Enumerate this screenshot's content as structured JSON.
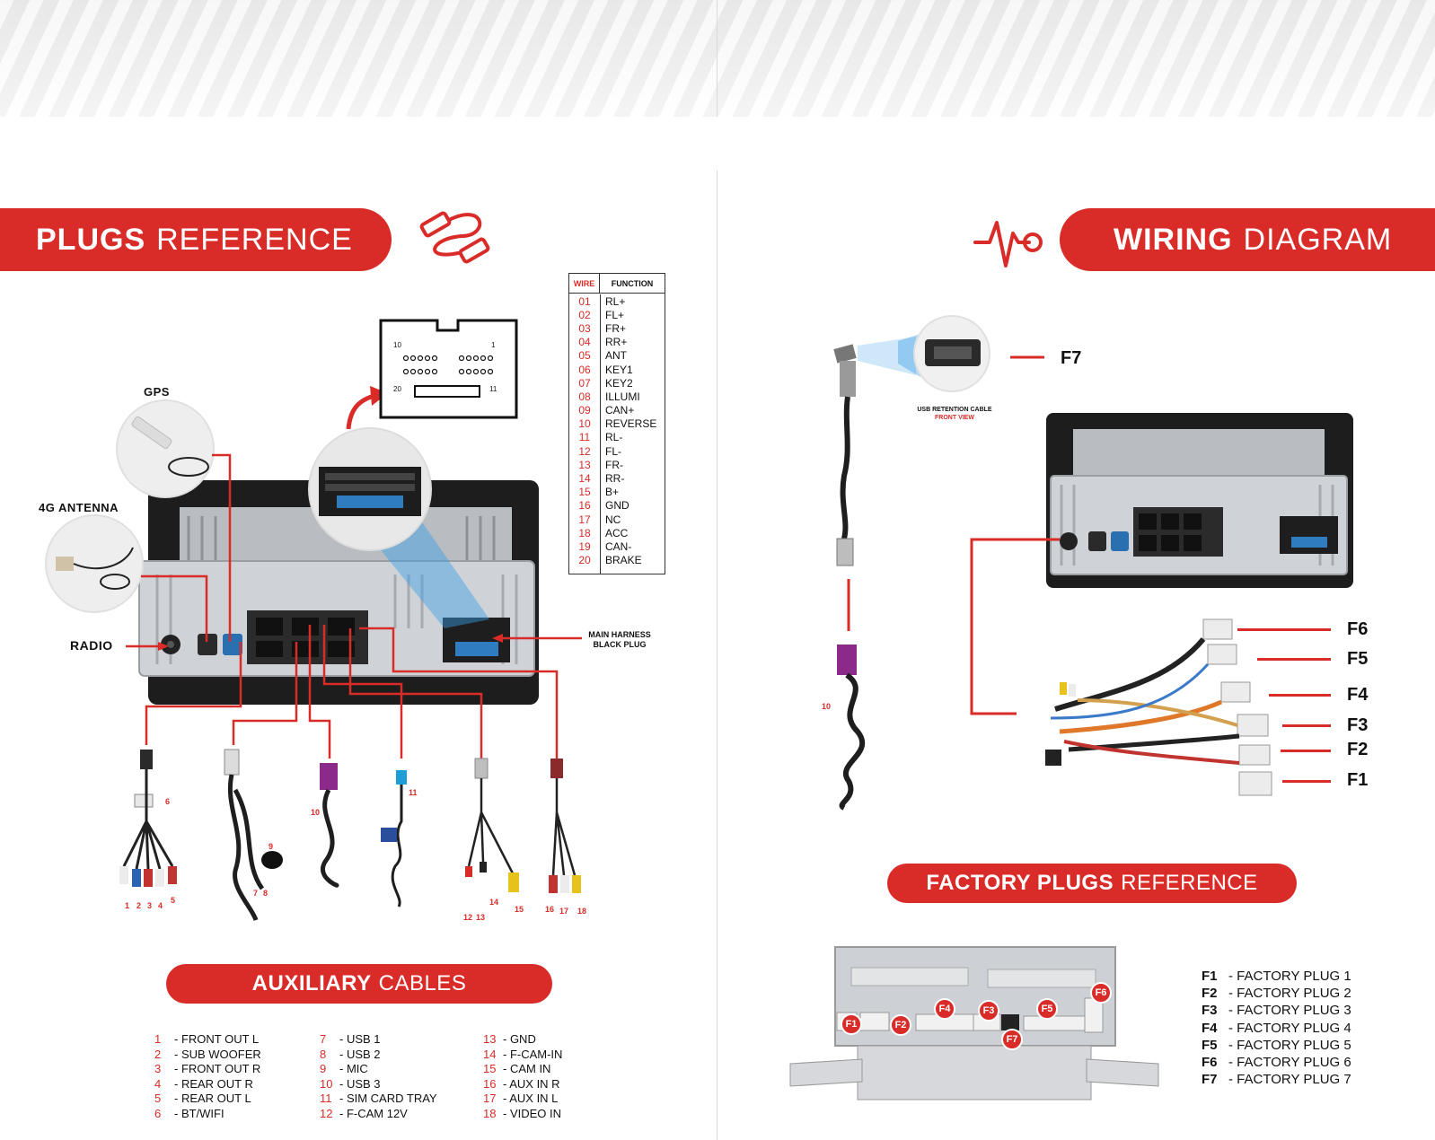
{
  "left_banner": {
    "bold": "PLUGS",
    "light": "REFERENCE"
  },
  "right_banner": {
    "bold": "WIRING",
    "light": "DIAGRAM"
  },
  "aux_banner": {
    "bold": "AUXILIARY",
    "light": "CABLES"
  },
  "factory_banner": {
    "bold": "FACTORY PLUGS",
    "light": "REFERENCE"
  },
  "labels": {
    "gps": "GPS",
    "antenna_4g": "4G ANTENNA",
    "radio": "RADIO",
    "main_harness_line1": "MAIN HARNESS",
    "main_harness_line2": "BLACK PLUG",
    "usb_retention_line1": "USB RETENTION CABLE",
    "usb_retention_line2": "FRONT VIEW"
  },
  "connector_pins": {
    "top_left": "10",
    "top_right": "1",
    "bottom_left": "20",
    "bottom_right": "11"
  },
  "wire_table": {
    "header_wire": "WIRE",
    "header_function": "FUNCTION",
    "rows": [
      {
        "wire": "01",
        "function": "RL+"
      },
      {
        "wire": "02",
        "function": "FL+"
      },
      {
        "wire": "03",
        "function": "FR+"
      },
      {
        "wire": "04",
        "function": "RR+"
      },
      {
        "wire": "05",
        "function": "ANT"
      },
      {
        "wire": "06",
        "function": "KEY1"
      },
      {
        "wire": "07",
        "function": "KEY2"
      },
      {
        "wire": "08",
        "function": "ILLUMI"
      },
      {
        "wire": "09",
        "function": "CAN+"
      },
      {
        "wire": "10",
        "function": "REVERSE"
      },
      {
        "wire": "11",
        "function": "RL-"
      },
      {
        "wire": "12",
        "function": "FL-"
      },
      {
        "wire": "13",
        "function": "FR-"
      },
      {
        "wire": "14",
        "function": "RR-"
      },
      {
        "wire": "15",
        "function": "B+"
      },
      {
        "wire": "16",
        "function": "GND"
      },
      {
        "wire": "17",
        "function": "NC"
      },
      {
        "wire": "18",
        "function": "ACC"
      },
      {
        "wire": "19",
        "function": "CAN-"
      },
      {
        "wire": "20",
        "function": "BRAKE"
      }
    ]
  },
  "cable_numbers": {
    "n1": "1",
    "n2": "2",
    "n3": "3",
    "n4": "4",
    "n5": "5",
    "n6": "6",
    "n7": "7",
    "n8": "8",
    "n9": "9",
    "n10": "10",
    "n11": "11",
    "n12": "12",
    "n13": "13",
    "n14": "14",
    "n15": "15",
    "n16": "16",
    "n17": "17",
    "n18": "18",
    "n10r": "10"
  },
  "aux_cables": {
    "col1": [
      {
        "n": "1",
        "label": "- FRONT OUT L"
      },
      {
        "n": "2",
        "label": "- SUB WOOFER"
      },
      {
        "n": "3",
        "label": "- FRONT OUT R"
      },
      {
        "n": "4",
        "label": "- REAR OUT R"
      },
      {
        "n": "5",
        "label": "- REAR OUT L"
      },
      {
        "n": "6",
        "label": "- BT/WIFI"
      }
    ],
    "col2": [
      {
        "n": "7",
        "label": "- USB 1"
      },
      {
        "n": "8",
        "label": "- USB 2"
      },
      {
        "n": "9",
        "label": "- MIC"
      },
      {
        "n": "10",
        "label": "- USB 3"
      },
      {
        "n": "11",
        "label": "- SIM CARD TRAY"
      },
      {
        "n": "12",
        "label": "- F-CAM 12V"
      }
    ],
    "col3": [
      {
        "n": "13",
        "label": "- GND"
      },
      {
        "n": "14",
        "label": "- F-CAM-IN"
      },
      {
        "n": "15",
        "label": "- CAM IN"
      },
      {
        "n": "16",
        "label": "- AUX IN R"
      },
      {
        "n": "17",
        "label": "- AUX IN L"
      },
      {
        "n": "18",
        "label": "- VIDEO IN"
      }
    ]
  },
  "factory_plug_labels": [
    "F7",
    "F6",
    "F5",
    "F4",
    "F3",
    "F2",
    "F1"
  ],
  "factory_badges": [
    "F1",
    "F2",
    "F4",
    "F3",
    "F7",
    "F5",
    "F6"
  ],
  "factory_legend": [
    {
      "key": "F1",
      "label": "- FACTORY PLUG 1"
    },
    {
      "key": "F2",
      "label": "- FACTORY PLUG 2"
    },
    {
      "key": "F3",
      "label": "- FACTORY PLUG 3"
    },
    {
      "key": "F4",
      "label": "- FACTORY PLUG 4"
    },
    {
      "key": "F5",
      "label": "- FACTORY PLUG 5"
    },
    {
      "key": "F6",
      "label": "- FACTORY PLUG 6"
    },
    {
      "key": "F7",
      "label": "- FACTORY PLUG 7"
    }
  ],
  "colors": {
    "accent": "#d92b27",
    "dark": "#1d1d1d",
    "metal": "#c9ccd0",
    "blue_glow": "#3aa0e8"
  }
}
